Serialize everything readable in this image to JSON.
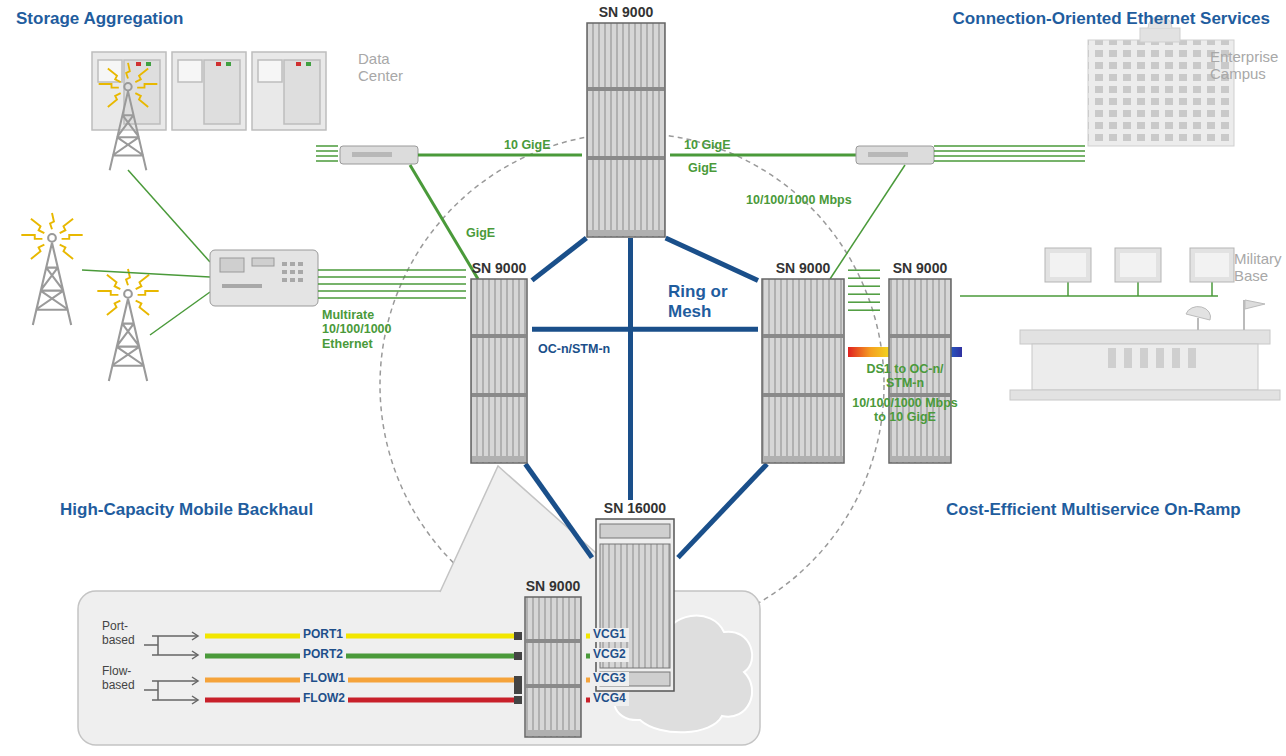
{
  "diagram": {
    "nodes": [
      {
        "text": [
          "SN 9000"
        ]
      },
      {
        "text": [
          "SN 9000"
        ]
      },
      {
        "text": [
          "SN 9000"
        ]
      },
      {
        "text": [
          "SN 16000"
        ]
      },
      {
        "text": [
          "SN 9000"
        ]
      },
      {
        "text": [
          "SN 9000"
        ]
      }
    ],
    "edges": [
      {
        "from": 0,
        "to": 1,
        "arrow": "none"
      },
      {
        "from": 0,
        "to": 2,
        "arrow": "none"
      },
      {
        "from": 1,
        "to": 2,
        "label": "OC-n/STM-n",
        "arrow": "none"
      },
      {
        "from": 0,
        "to": 3,
        "arrow": "none"
      },
      {
        "from": 1,
        "to": 3,
        "arrow": "none"
      },
      {
        "from": 2,
        "to": 3,
        "arrow": "none"
      },
      {
        "from": 2,
        "to": 4,
        "arrow": "none"
      }
    ],
    "labels": [
      "Storage Aggregation",
      "Connection-Oriented Ethernet Services",
      "Data Center",
      "Enterprise Campus",
      "10 GigE",
      "10 GigE",
      "GigE",
      "GigE",
      "10/100/1000 Mbps",
      "Ring or Mesh",
      "Military Base",
      "Multirate 10/100/1000 Ethernet",
      "DS1 to OC-n/ STM-n",
      "10/100/1000 Mbps to 10 GigE",
      "High-Capacity Mobile Backhaul",
      "Cost-Efficient Multiservice On-Ramp",
      "Port- based",
      "Flow- based",
      "PORT1",
      "PORT2",
      "FLOW1",
      "FLOW2",
      "VCG1",
      "VCG2",
      "VCG3",
      "VCG4"
    ]
  }
}
